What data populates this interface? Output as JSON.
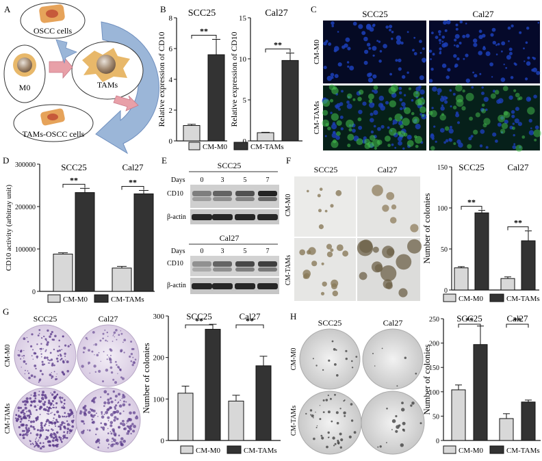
{
  "panels": {
    "A": {
      "letter": "A",
      "oscc": "OSCC cells",
      "m0": "M0",
      "tams": "TAMs",
      "tams_oscc": "TAMs-OSCC cells"
    },
    "B": {
      "letter": "B"
    },
    "C": {
      "letter": "C",
      "col1": "SCC25",
      "col2": "Cal27",
      "row1": "CM-M0",
      "row2": "CM-TAMs"
    },
    "D": {
      "letter": "D"
    },
    "E": {
      "letter": "E",
      "title1": "SCC25",
      "title2": "Cal27",
      "days_label": "Days",
      "days": [
        "0",
        "3",
        "5",
        "7"
      ],
      "cd10": "CD10",
      "actin": "β-actin"
    },
    "F": {
      "letter": "F",
      "col1": "SCC25",
      "col2": "Cal27",
      "row1": "CM-M0",
      "row2": "CM-TAMs"
    },
    "G": {
      "letter": "G",
      "col1": "SCC25",
      "col2": "Cal27",
      "row1": "CM-M0",
      "row2": "CM-TAMs"
    },
    "H": {
      "letter": "H",
      "col1": "SCC25",
      "col2": "Cal27",
      "row1": "CM-M0",
      "row2": "CM-TAMs"
    }
  },
  "colors": {
    "cm_m0": "#d8d8d8",
    "cm_tams": "#333333",
    "arrow_blue": "#9bb6d8",
    "arrow_red": "#e8a0a8",
    "oscc_orange": "#e6a35a",
    "nucleus": "#a8896a",
    "fluor_blue": "#1c3fb8",
    "fluor_green": "#46c24e",
    "crystal_violet": "#5a3a8a"
  },
  "chart_data": [
    {
      "id": "B1",
      "type": "bar",
      "title": "SCC25",
      "ylabel": "Relative expression of CD10",
      "ylim": [
        0,
        8
      ],
      "yticks": [
        "0",
        "2",
        "4",
        "6",
        "8"
      ],
      "ytick_values": [
        0,
        2,
        4,
        6,
        8
      ],
      "categories": [
        "CM-M0",
        "CM-TAMs"
      ],
      "values": [
        1.0,
        5.6
      ],
      "errors": [
        0.08,
        1.0
      ],
      "significance": "**",
      "legend": [
        "CM-M0",
        "CM-TAMs"
      ]
    },
    {
      "id": "B2",
      "type": "bar",
      "title": "Cal27",
      "ylabel": "Relative expression of CD10",
      "ylim": [
        0,
        15
      ],
      "yticks": [
        "0",
        "5",
        "10",
        "15"
      ],
      "ytick_values": [
        0,
        5,
        10,
        15
      ],
      "categories": [
        "CM-M0",
        "CM-TAMs"
      ],
      "values": [
        1.0,
        9.8
      ],
      "errors": [
        0.05,
        0.9
      ],
      "significance": "**"
    },
    {
      "id": "D",
      "type": "bar",
      "ylabel": "CD10 activity (arbitray unit)",
      "ylim": [
        0,
        300000
      ],
      "yticks": [
        "0",
        "100000",
        "200000",
        "300000"
      ],
      "ytick_values": [
        0,
        100000,
        200000,
        300000
      ],
      "groups": [
        "SCC25",
        "Cal27"
      ],
      "series": [
        {
          "name": "CM-M0",
          "values": [
            88000,
            55000
          ],
          "errors": [
            3000,
            4000
          ]
        },
        {
          "name": "CM-TAMs",
          "values": [
            233000,
            230000
          ],
          "errors": [
            10000,
            8000
          ]
        }
      ],
      "significance": [
        "**",
        "**"
      ]
    },
    {
      "id": "F",
      "type": "bar",
      "ylabel": "Number of colonies",
      "ylim": [
        0,
        150
      ],
      "yticks": [
        "0",
        "50",
        "100",
        "150"
      ],
      "ytick_values": [
        0,
        50,
        100,
        150
      ],
      "groups": [
        "SCC25",
        "Cal27"
      ],
      "series": [
        {
          "name": "CM-M0",
          "values": [
            27,
            14
          ],
          "errors": [
            1.5,
            2
          ]
        },
        {
          "name": "CM-TAMs",
          "values": [
            94,
            60
          ],
          "errors": [
            3,
            12
          ]
        }
      ],
      "significance": [
        "**",
        "**"
      ]
    },
    {
      "id": "G",
      "type": "bar",
      "ylabel": "Number of colonies",
      "ylim": [
        0,
        300
      ],
      "yticks": [
        "0",
        "100",
        "200",
        "300"
      ],
      "ytick_values": [
        0,
        100,
        200,
        300
      ],
      "groups": [
        "SCC25",
        "Cal27"
      ],
      "series": [
        {
          "name": "CM-M0",
          "values": [
            114,
            95
          ],
          "errors": [
            17,
            14
          ]
        },
        {
          "name": "CM-TAMs",
          "values": [
            268,
            180
          ],
          "errors": [
            12,
            23
          ]
        }
      ],
      "significance": [
        "**",
        "**"
      ]
    },
    {
      "id": "H",
      "type": "bar",
      "ylabel": "Number of colonies",
      "ylim": [
        0,
        250
      ],
      "yticks": [
        "0",
        "50",
        "100",
        "150",
        "200",
        "250"
      ],
      "ytick_values": [
        0,
        50,
        100,
        150,
        200,
        250
      ],
      "groups": [
        "SCC25",
        "Cal27"
      ],
      "series": [
        {
          "name": "CM-M0",
          "values": [
            104,
            45
          ],
          "errors": [
            10,
            10
          ]
        },
        {
          "name": "CM-TAMs",
          "values": [
            197,
            79
          ],
          "errors": [
            38,
            4
          ]
        }
      ],
      "significance": [
        "**",
        "**"
      ]
    }
  ]
}
